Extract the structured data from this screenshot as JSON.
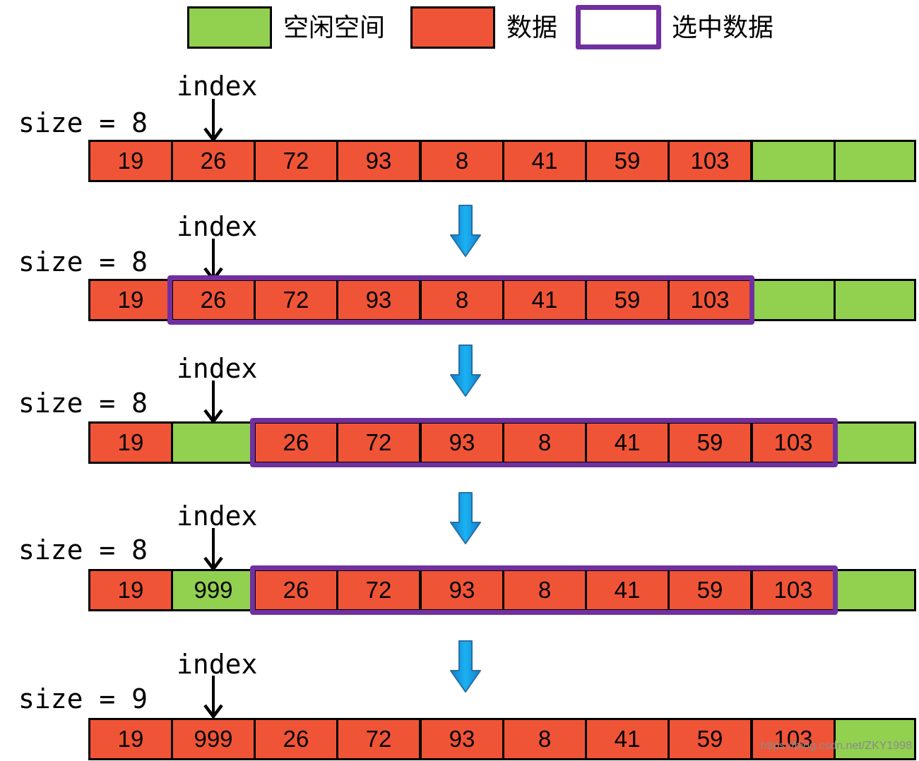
{
  "legend": {
    "free_label": "空闲空间",
    "data_label": "数据",
    "selected_label": "选中数据",
    "free_color": "#92d050",
    "data_color": "#f05436",
    "selected_color": "#7030a0"
  },
  "steps": [
    {
      "size_label": "size = 8",
      "index_label": "index",
      "cells": [
        {
          "value": "19",
          "kind": "data"
        },
        {
          "value": "26",
          "kind": "data"
        },
        {
          "value": "72",
          "kind": "data"
        },
        {
          "value": "93",
          "kind": "data"
        },
        {
          "value": "8",
          "kind": "data"
        },
        {
          "value": "41",
          "kind": "data"
        },
        {
          "value": "59",
          "kind": "data"
        },
        {
          "value": "103",
          "kind": "data"
        },
        {
          "value": "",
          "kind": "free"
        },
        {
          "value": "",
          "kind": "free"
        }
      ],
      "selection": null
    },
    {
      "size_label": "size = 8",
      "index_label": "index",
      "cells": [
        {
          "value": "19",
          "kind": "data"
        },
        {
          "value": "26",
          "kind": "data"
        },
        {
          "value": "72",
          "kind": "data"
        },
        {
          "value": "93",
          "kind": "data"
        },
        {
          "value": "8",
          "kind": "data"
        },
        {
          "value": "41",
          "kind": "data"
        },
        {
          "value": "59",
          "kind": "data"
        },
        {
          "value": "103",
          "kind": "data"
        },
        {
          "value": "",
          "kind": "free"
        },
        {
          "value": "",
          "kind": "free"
        }
      ],
      "selection": [
        1,
        7
      ]
    },
    {
      "size_label": "size = 8",
      "index_label": "index",
      "cells": [
        {
          "value": "19",
          "kind": "data"
        },
        {
          "value": "",
          "kind": "free"
        },
        {
          "value": "26",
          "kind": "data"
        },
        {
          "value": "72",
          "kind": "data"
        },
        {
          "value": "93",
          "kind": "data"
        },
        {
          "value": "8",
          "kind": "data"
        },
        {
          "value": "41",
          "kind": "data"
        },
        {
          "value": "59",
          "kind": "data"
        },
        {
          "value": "103",
          "kind": "data"
        },
        {
          "value": "",
          "kind": "free"
        }
      ],
      "selection": [
        2,
        8
      ]
    },
    {
      "size_label": "size = 8",
      "index_label": "index",
      "cells": [
        {
          "value": "19",
          "kind": "data"
        },
        {
          "value": "999",
          "kind": "free"
        },
        {
          "value": "26",
          "kind": "data"
        },
        {
          "value": "72",
          "kind": "data"
        },
        {
          "value": "93",
          "kind": "data"
        },
        {
          "value": "8",
          "kind": "data"
        },
        {
          "value": "41",
          "kind": "data"
        },
        {
          "value": "59",
          "kind": "data"
        },
        {
          "value": "103",
          "kind": "data"
        },
        {
          "value": "",
          "kind": "free"
        }
      ],
      "selection": [
        2,
        8
      ]
    },
    {
      "size_label": "size = 9",
      "index_label": "index",
      "cells": [
        {
          "value": "19",
          "kind": "data"
        },
        {
          "value": "999",
          "kind": "data"
        },
        {
          "value": "26",
          "kind": "data"
        },
        {
          "value": "72",
          "kind": "data"
        },
        {
          "value": "93",
          "kind": "data"
        },
        {
          "value": "8",
          "kind": "data"
        },
        {
          "value": "41",
          "kind": "data"
        },
        {
          "value": "59",
          "kind": "data"
        },
        {
          "value": "103",
          "kind": "data"
        },
        {
          "value": "",
          "kind": "free"
        }
      ],
      "selection": null
    }
  ],
  "watermark": "https://blog.csdn.net/ZKY1998"
}
